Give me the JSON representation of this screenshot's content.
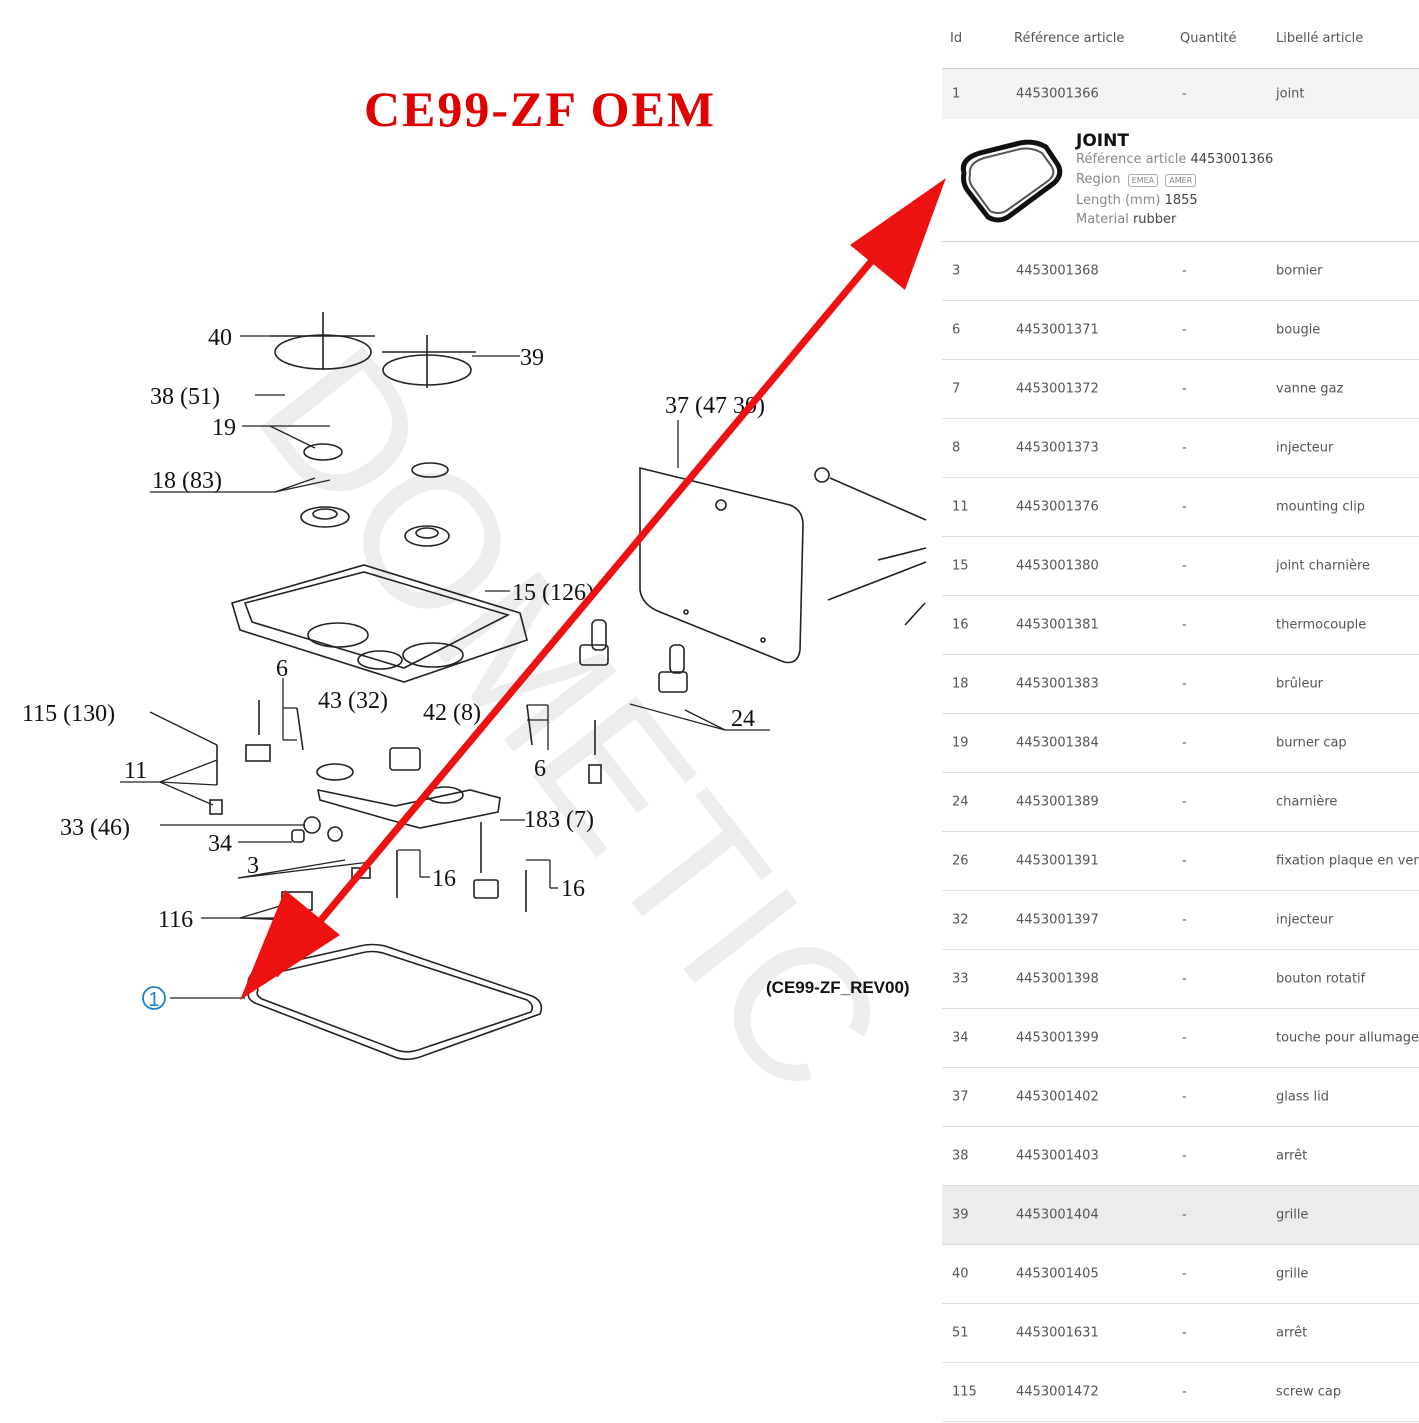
{
  "title": "CE99-ZF OEM",
  "revision": "(CE99-ZF_REV00)",
  "watermark": "DOMETIC",
  "callouts": [
    "40",
    "39",
    "38 (51)",
    "19",
    "18 (83)",
    "37 (47 30)",
    "15 (126)",
    "6",
    "43 (32)",
    "42 (8)",
    "115 (130)",
    "11",
    "24",
    "33 (46)",
    "183 (7)",
    "34",
    "3",
    "16",
    "116",
    "1"
  ],
  "table": {
    "headers": {
      "id": "Id",
      "ref": "Référence article",
      "qty": "Quantité",
      "label": "Libellé article"
    },
    "first_row": {
      "id": "1",
      "ref": "4453001366",
      "qty": "-",
      "label": "joint"
    },
    "detail": {
      "title": "JOINT",
      "ref_label": "Référence article",
      "ref_value": "4453001366",
      "region_label": "Region",
      "region_tags": [
        "EMEA",
        "AMER"
      ],
      "length_label": "Length (mm)",
      "length_value": "1855",
      "material_label": "Material",
      "material_value": "rubber"
    },
    "rows": [
      {
        "id": "3",
        "ref": "4453001368",
        "qty": "-",
        "label": "bornier"
      },
      {
        "id": "6",
        "ref": "4453001371",
        "qty": "-",
        "label": "bougie"
      },
      {
        "id": "7",
        "ref": "4453001372",
        "qty": "-",
        "label": "vanne gaz"
      },
      {
        "id": "8",
        "ref": "4453001373",
        "qty": "-",
        "label": "injecteur"
      },
      {
        "id": "11",
        "ref": "4453001376",
        "qty": "-",
        "label": "mounting clip"
      },
      {
        "id": "15",
        "ref": "4453001380",
        "qty": "-",
        "label": "joint charnière"
      },
      {
        "id": "16",
        "ref": "4453001381",
        "qty": "-",
        "label": "thermocouple"
      },
      {
        "id": "18",
        "ref": "4453001383",
        "qty": "-",
        "label": "brûleur"
      },
      {
        "id": "19",
        "ref": "4453001384",
        "qty": "-",
        "label": "burner cap"
      },
      {
        "id": "24",
        "ref": "4453001389",
        "qty": "-",
        "label": "charnière"
      },
      {
        "id": "26",
        "ref": "4453001391",
        "qty": "-",
        "label": "fixation plaque en verre"
      },
      {
        "id": "32",
        "ref": "4453001397",
        "qty": "-",
        "label": "injecteur"
      },
      {
        "id": "33",
        "ref": "4453001398",
        "qty": "-",
        "label": "bouton rotatif"
      },
      {
        "id": "34",
        "ref": "4453001399",
        "qty": "-",
        "label": "touche pour allumage"
      },
      {
        "id": "37",
        "ref": "4453001402",
        "qty": "-",
        "label": "glass lid"
      },
      {
        "id": "38",
        "ref": "4453001403",
        "qty": "-",
        "label": "arrêt"
      },
      {
        "id": "39",
        "ref": "4453001404",
        "qty": "-",
        "label": "grille"
      },
      {
        "id": "40",
        "ref": "4453001405",
        "qty": "-",
        "label": "grille"
      },
      {
        "id": "51",
        "ref": "4453001631",
        "qty": "-",
        "label": "arrêt"
      },
      {
        "id": "115",
        "ref": "4453001472",
        "qty": "-",
        "label": "screw cap"
      }
    ]
  },
  "colors": {
    "arrow": "#ee1111",
    "title": "#e00000",
    "highlight_callout": "#1a7fd0"
  }
}
